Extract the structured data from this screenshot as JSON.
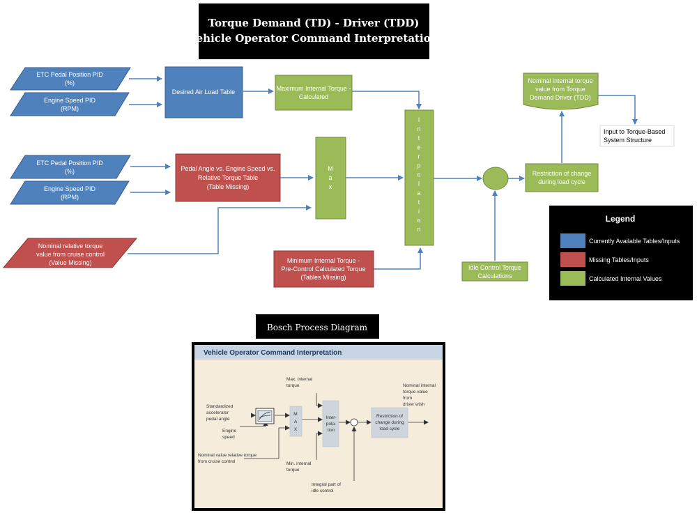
{
  "title": {
    "line1": "Torque Demand (TD) -  Driver (TDD)",
    "line2": "Vehicle Operator Command Interpretation"
  },
  "colors": {
    "blue": "#4f81bd",
    "red": "#c0504d",
    "green": "#9bbb59",
    "arrow": "#4f81bd",
    "black": "#000000"
  },
  "inputs": {
    "etc_pedal_1": [
      "ETC Pedal Position PID",
      "(%)"
    ],
    "engine_speed_1": [
      "Engine Speed PID",
      "(RPM)"
    ],
    "etc_pedal_2": [
      "ETC Pedal Position PID",
      "(%)"
    ],
    "engine_speed_2": [
      "Engine Speed PID",
      "(RPM)"
    ],
    "cruise": [
      "Nominal relative torque",
      "value from cruise control",
      "(Value Missing)"
    ]
  },
  "blocks": {
    "desired_air_load": [
      "Desired Air Load Table"
    ],
    "max_internal_torque": [
      "Maximum Internal Torque -",
      "Calculated"
    ],
    "pedal_table": [
      "Pedal Angle vs. Engine Speed vs.",
      "Relative Torque Table",
      "(Table Missing)"
    ],
    "max_block": [
      "M",
      "a",
      "x"
    ],
    "interpolation": [
      "I",
      "n",
      "t",
      "e",
      "r",
      "p",
      "o",
      "l",
      "a",
      "t",
      "i",
      "o",
      "n"
    ],
    "min_internal_torque": [
      "Minimum Internal Torque -",
      "Pre-Control  Calculated Torque",
      "(Tables Missing)"
    ],
    "idle_control": [
      "Idle Control Torque",
      "Calculations"
    ],
    "restriction": [
      "Restriction of change",
      "during load cycle"
    ],
    "nominal_output": [
      "Nominal internal torque",
      "value from Torque",
      "Demand Driver (TDD)"
    ],
    "system_input": [
      "Input to Torque-Based",
      "System Structure"
    ]
  },
  "legend": {
    "title": "Legend",
    "items": [
      {
        "label": "Currently Available Tables/Inputs",
        "color": "#4f81bd"
      },
      {
        "label": "Missing Tables/Inputs",
        "color": "#c0504d"
      },
      {
        "label": "Calculated Internal Values",
        "color": "#9bbb59"
      }
    ]
  },
  "bosch": {
    "caption": "Bosch Process Diagram",
    "header": "Vehicle Operator Command Interpretation",
    "labels": {
      "max_internal": [
        "Max. internal",
        "torque"
      ],
      "standardized": [
        "Standardized",
        "accelerator",
        "pedal angle"
      ],
      "engine_speed": [
        "Engine",
        "speed"
      ],
      "max_block": [
        "M",
        "A",
        "X"
      ],
      "interpolation": [
        "Inter-",
        "pola-",
        "tion"
      ],
      "restriction": [
        "Restriction of",
        "change during",
        "load cycle"
      ],
      "nominal": [
        "Nominal internal",
        "torque value",
        "from",
        "driver wish"
      ],
      "nominal_cruise": [
        "Nominal value relative torque",
        "from cruise control"
      ],
      "min_internal": [
        "Min. internal",
        "torque"
      ],
      "integral": [
        "Integral part of",
        "idle control"
      ]
    }
  }
}
